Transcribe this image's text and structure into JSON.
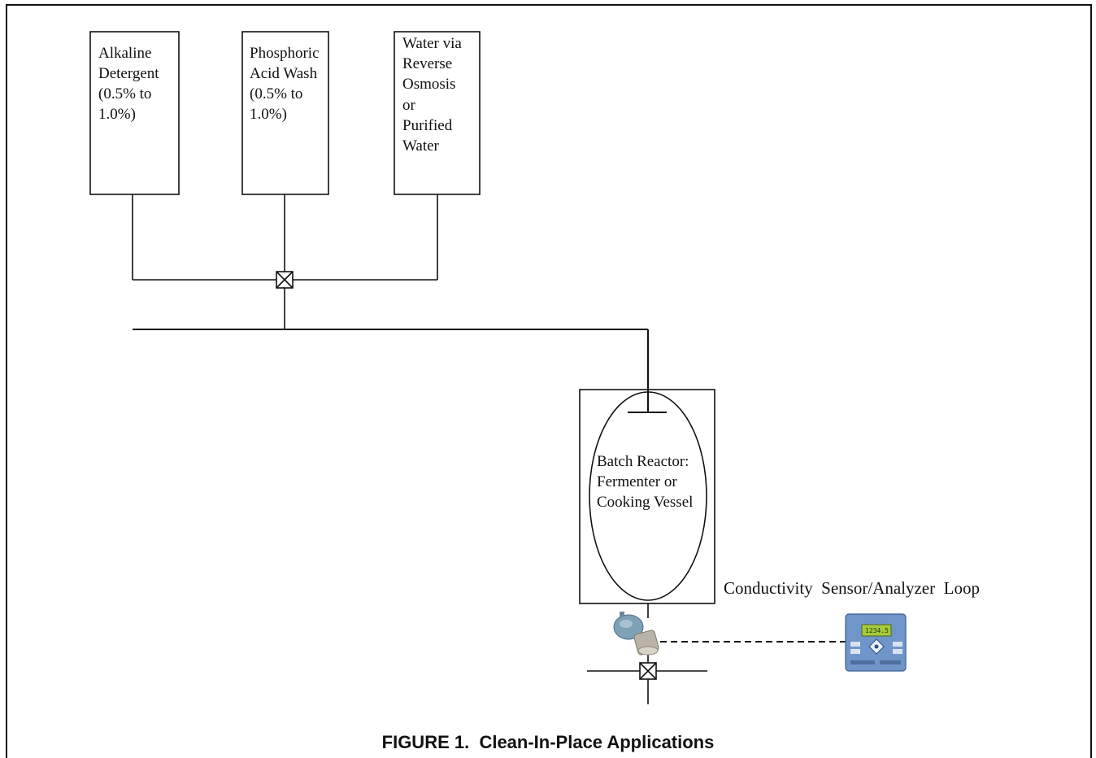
{
  "tanks": [
    {
      "lines": [
        "Alkaline",
        "Detergent",
        "(0.5% to",
        "1.0%)"
      ]
    },
    {
      "lines": [
        "Phosphoric",
        "Acid Wash",
        "(0.5% to",
        "1.0%)"
      ]
    },
    {
      "lines": [
        "Water via",
        "Reverse",
        "Osmosis",
        "or",
        "Purified",
        "Water"
      ]
    }
  ],
  "reactor": {
    "lines": [
      "Batch Reactor:",
      "Fermenter or",
      "Cooking Vessel"
    ]
  },
  "sensor_label": "Conductivity  Sensor/Analyzer  Loop",
  "analyzer": {
    "display": "1234.5"
  },
  "caption": "FIGURE 1.  Clean-In-Place Applications",
  "colors": {
    "line": "#111111",
    "analyzer_body": "#6f95c9",
    "analyzer_screen": "#a7c93a",
    "sensor_head": "#7ea1b6",
    "sensor_body": "#b8b3a6"
  }
}
